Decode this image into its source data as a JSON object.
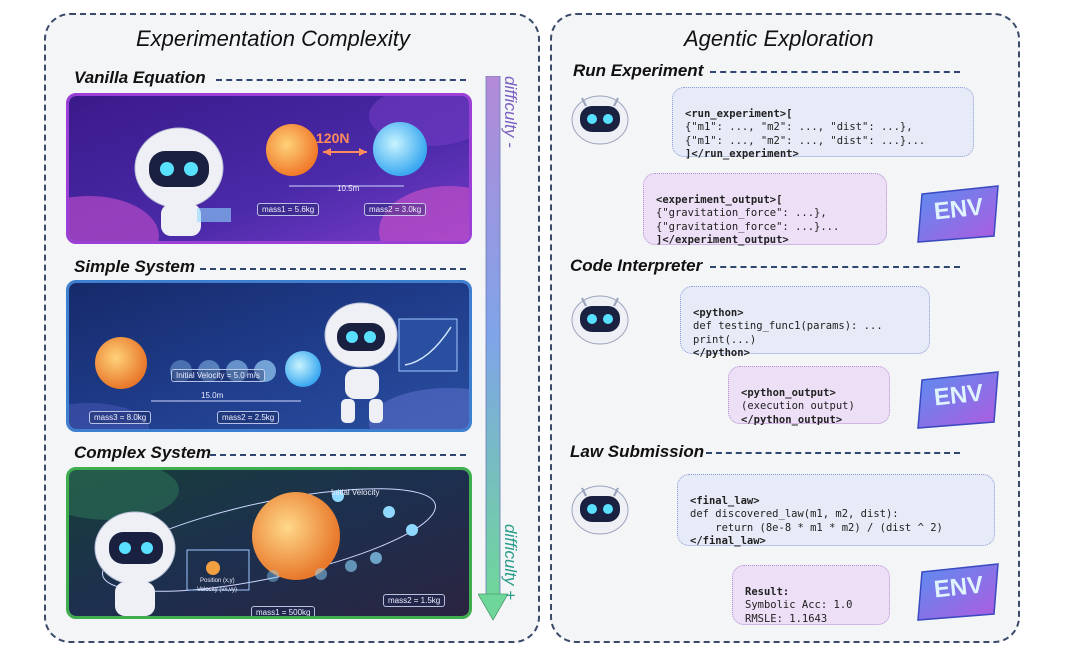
{
  "left_panel": {
    "title": "Experimentation Complexity",
    "sections": [
      {
        "title": "Vanilla Equation",
        "force": "120N",
        "distance": "10.5m",
        "mass1": "mass1 = 5.6kg",
        "mass2": "mass2 = 3.0kg"
      },
      {
        "title": "Simple System",
        "velocity": "Initial Velocity = 5.0 m/s",
        "distance": "15.0m",
        "mass1": "mass3 = 8.0kg",
        "mass2": "mass2 = 2.5kg"
      },
      {
        "title": "Complex System",
        "velocity": "Initial Velocity",
        "position": "Position (x,y)",
        "vel": "Velocity (vx,vy)",
        "mass1": "mass1 = 500kg",
        "mass2": "mass2 = 1.5kg"
      }
    ],
    "difficulty_minus": "difficulty -",
    "difficulty_plus": "difficulty +"
  },
  "right_panel": {
    "title": "Agentic Exploration",
    "env_label": "ENV",
    "sections": [
      {
        "title": "Run Experiment",
        "call_lines": [
          "<run_experiment>[",
          "{\"m1\": ..., \"m2\": ..., \"dist\": ...},",
          "{\"m1\": ..., \"m2\": ..., \"dist\": ...}...",
          "]</run_experiment>"
        ],
        "out_lines": [
          "<experiment_output>[",
          "{\"gravitation_force\": ...},",
          "{\"gravitation_force\": ...}...",
          "]</experiment_output>"
        ]
      },
      {
        "title": "Code Interpreter",
        "call_lines": [
          "<python>",
          "def testing_func1(params): ...",
          "print(...)",
          "</python>"
        ],
        "out_lines": [
          "<python_output>",
          "(execution output)",
          "</python_output>"
        ]
      },
      {
        "title": "Law Submission",
        "call_lines": [
          "<final_law>",
          "def discovered_law(m1, m2, dist):",
          "    return (8e-8 * m1 * m2) / (dist ^ 2)",
          "</final_law>"
        ],
        "out_lines": [
          "Result:",
          "Symbolic Acc: 1.0",
          "RMSLE: 1.1643"
        ]
      }
    ]
  },
  "colors": {
    "card1_border": "#9b3fd6",
    "card2_border": "#3f7fd0",
    "card3_border": "#3fae4f",
    "panel_border": "#3b4a6b"
  }
}
